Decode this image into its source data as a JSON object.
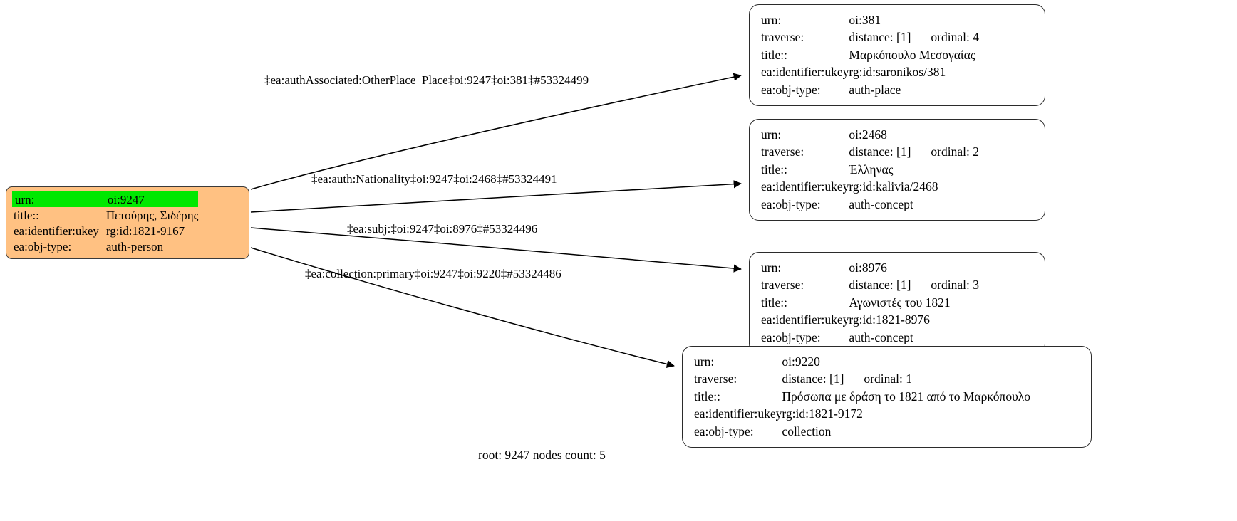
{
  "graph": {
    "caption": "root: 9247 nodes count: 5",
    "root_node": {
      "id": "9247",
      "fill_color": "#ffc182",
      "highlight_color": "#00e800",
      "rows": [
        {
          "key": "urn:",
          "value": "oi:9247",
          "highlight": true
        },
        {
          "key": "title::",
          "value": "Πετούρης, Σιδέρης",
          "highlight": false
        },
        {
          "key": "ea:identifier:ukey",
          "value": "rg:id:1821-9167",
          "highlight": false
        },
        {
          "key": "ea:obj-type:",
          "value": "auth-person",
          "highlight": false
        }
      ]
    },
    "target_nodes": [
      {
        "id": "381",
        "rows": [
          {
            "key": "urn:",
            "value": "oi:381"
          },
          {
            "key": "traverse:",
            "value": "distance: [1]",
            "value2": "ordinal: 4"
          },
          {
            "key": "title::",
            "value": "Μαρκόπουλο Μεσογαίας"
          },
          {
            "key": "ea:identifier:ukey",
            "value": "rg:id:saronikos/381"
          },
          {
            "key": "ea:obj-type:",
            "value": "auth-place"
          }
        ]
      },
      {
        "id": "2468",
        "rows": [
          {
            "key": "urn:",
            "value": "oi:2468"
          },
          {
            "key": "traverse:",
            "value": "distance: [1]",
            "value2": "ordinal: 2"
          },
          {
            "key": "title::",
            "value": "Έλληνας"
          },
          {
            "key": "ea:identifier:ukey",
            "value": "rg:id:kalivia/2468"
          },
          {
            "key": "ea:obj-type:",
            "value": "auth-concept"
          }
        ]
      },
      {
        "id": "8976",
        "rows": [
          {
            "key": "urn:",
            "value": "oi:8976"
          },
          {
            "key": "traverse:",
            "value": "distance: [1]",
            "value2": "ordinal: 3"
          },
          {
            "key": "title::",
            "value": "Αγωνιστές του 1821"
          },
          {
            "key": "ea:identifier:ukey",
            "value": "rg:id:1821-8976"
          },
          {
            "key": "ea:obj-type:",
            "value": "auth-concept"
          }
        ]
      },
      {
        "id": "9220",
        "rows": [
          {
            "key": "urn:",
            "value": "oi:9220"
          },
          {
            "key": "traverse:",
            "value": "distance: [1]",
            "value2": "ordinal: 1"
          },
          {
            "key": "title::",
            "value": "Πρόσωπα με δράση το 1821 από το Μαρκόπουλο"
          },
          {
            "key": "ea:identifier:ukey",
            "value": "rg:id:1821-9172"
          },
          {
            "key": "ea:obj-type:",
            "value": "collection"
          }
        ]
      }
    ],
    "edges": [
      {
        "label": "‡ea:authAssociated:OtherPlace_Place‡oi:9247‡oi:381‡#53324499"
      },
      {
        "label": "‡ea:auth:Nationality‡oi:9247‡oi:2468‡#53324491"
      },
      {
        "label": "‡ea:subj:‡oi:9247‡oi:8976‡#53324496"
      },
      {
        "label": "‡ea:collection:primary‡oi:9247‡oi:9220‡#53324486"
      }
    ]
  }
}
